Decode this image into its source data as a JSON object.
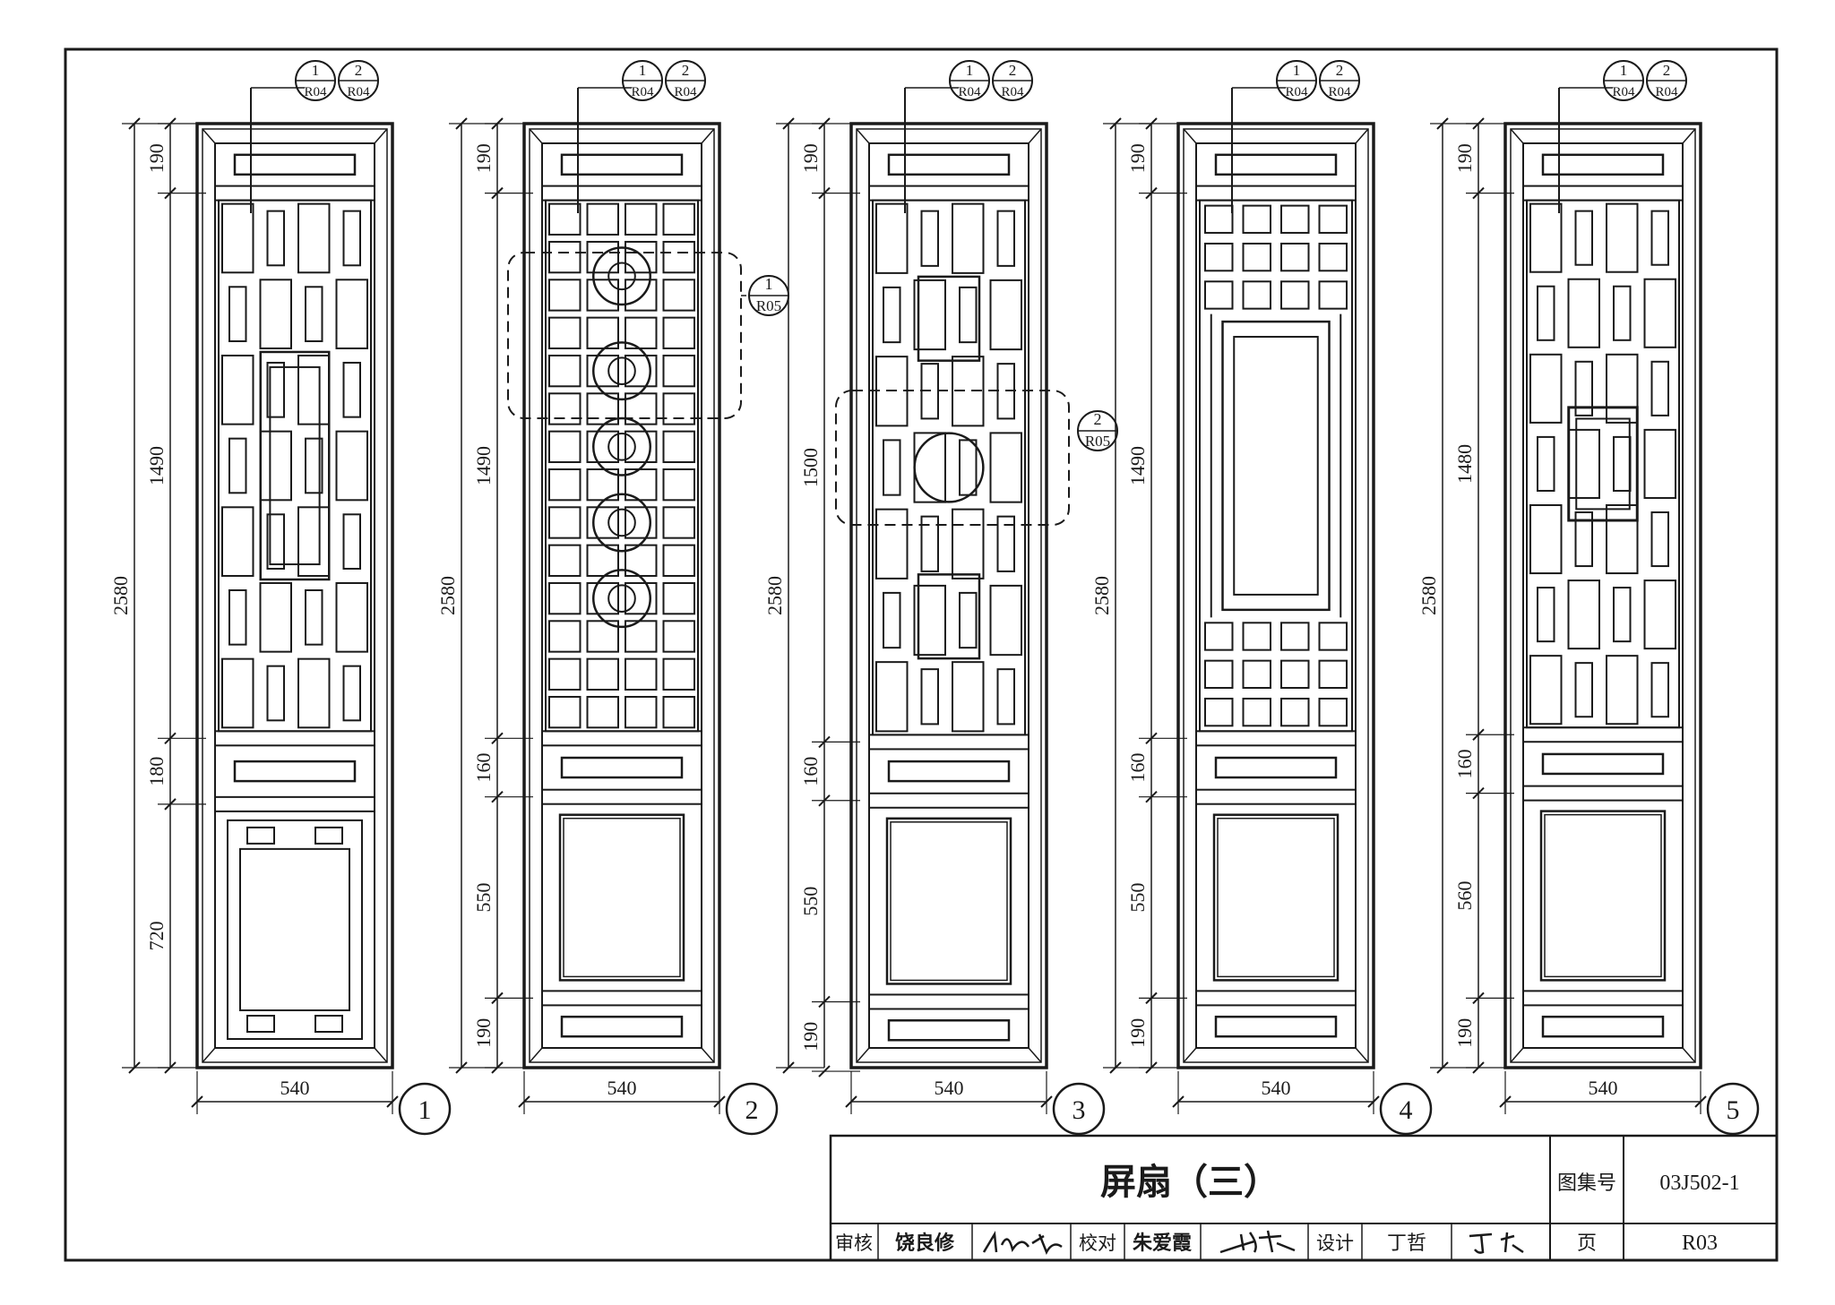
{
  "panels": [
    {
      "number": "1",
      "width": "540",
      "total": "2580",
      "segments": [
        "190",
        "1490",
        "180",
        "720"
      ],
      "refs": [
        "1",
        "R04",
        "2",
        "R04"
      ]
    },
    {
      "number": "2",
      "width": "540",
      "total": "2580",
      "segments": [
        "190",
        "1490",
        "160",
        "550",
        "190"
      ],
      "refs": [
        "1",
        "R04",
        "2",
        "R04"
      ]
    },
    {
      "number": "3",
      "width": "540",
      "total": "2580",
      "segments": [
        "190",
        "1500",
        "160",
        "550",
        "190"
      ],
      "refs": [
        "1",
        "R04",
        "2",
        "R04"
      ]
    },
    {
      "number": "4",
      "width": "540",
      "total": "2580",
      "segments": [
        "190",
        "1490",
        "160",
        "550",
        "190"
      ],
      "refs": [
        "1",
        "R04",
        "2",
        "R04"
      ]
    },
    {
      "number": "5",
      "width": "540",
      "total": "2580",
      "segments": [
        "190",
        "1480",
        "160",
        "560",
        "190"
      ],
      "refs": [
        "1",
        "R04",
        "2",
        "R04"
      ]
    }
  ],
  "detail_callouts": [
    {
      "num": "1",
      "sheet": "R05"
    },
    {
      "num": "2",
      "sheet": "R05"
    }
  ],
  "title_block": {
    "title": "屏扇（三）",
    "atlas_label": "图集号",
    "atlas_no": "03J502-1",
    "page_label": "页",
    "page_no": "R03",
    "review_label": "审核",
    "reviewer": "饶良修",
    "check_label": "校对",
    "checker": "朱爱霞",
    "design_label": "设计",
    "designer": "丁哲"
  }
}
